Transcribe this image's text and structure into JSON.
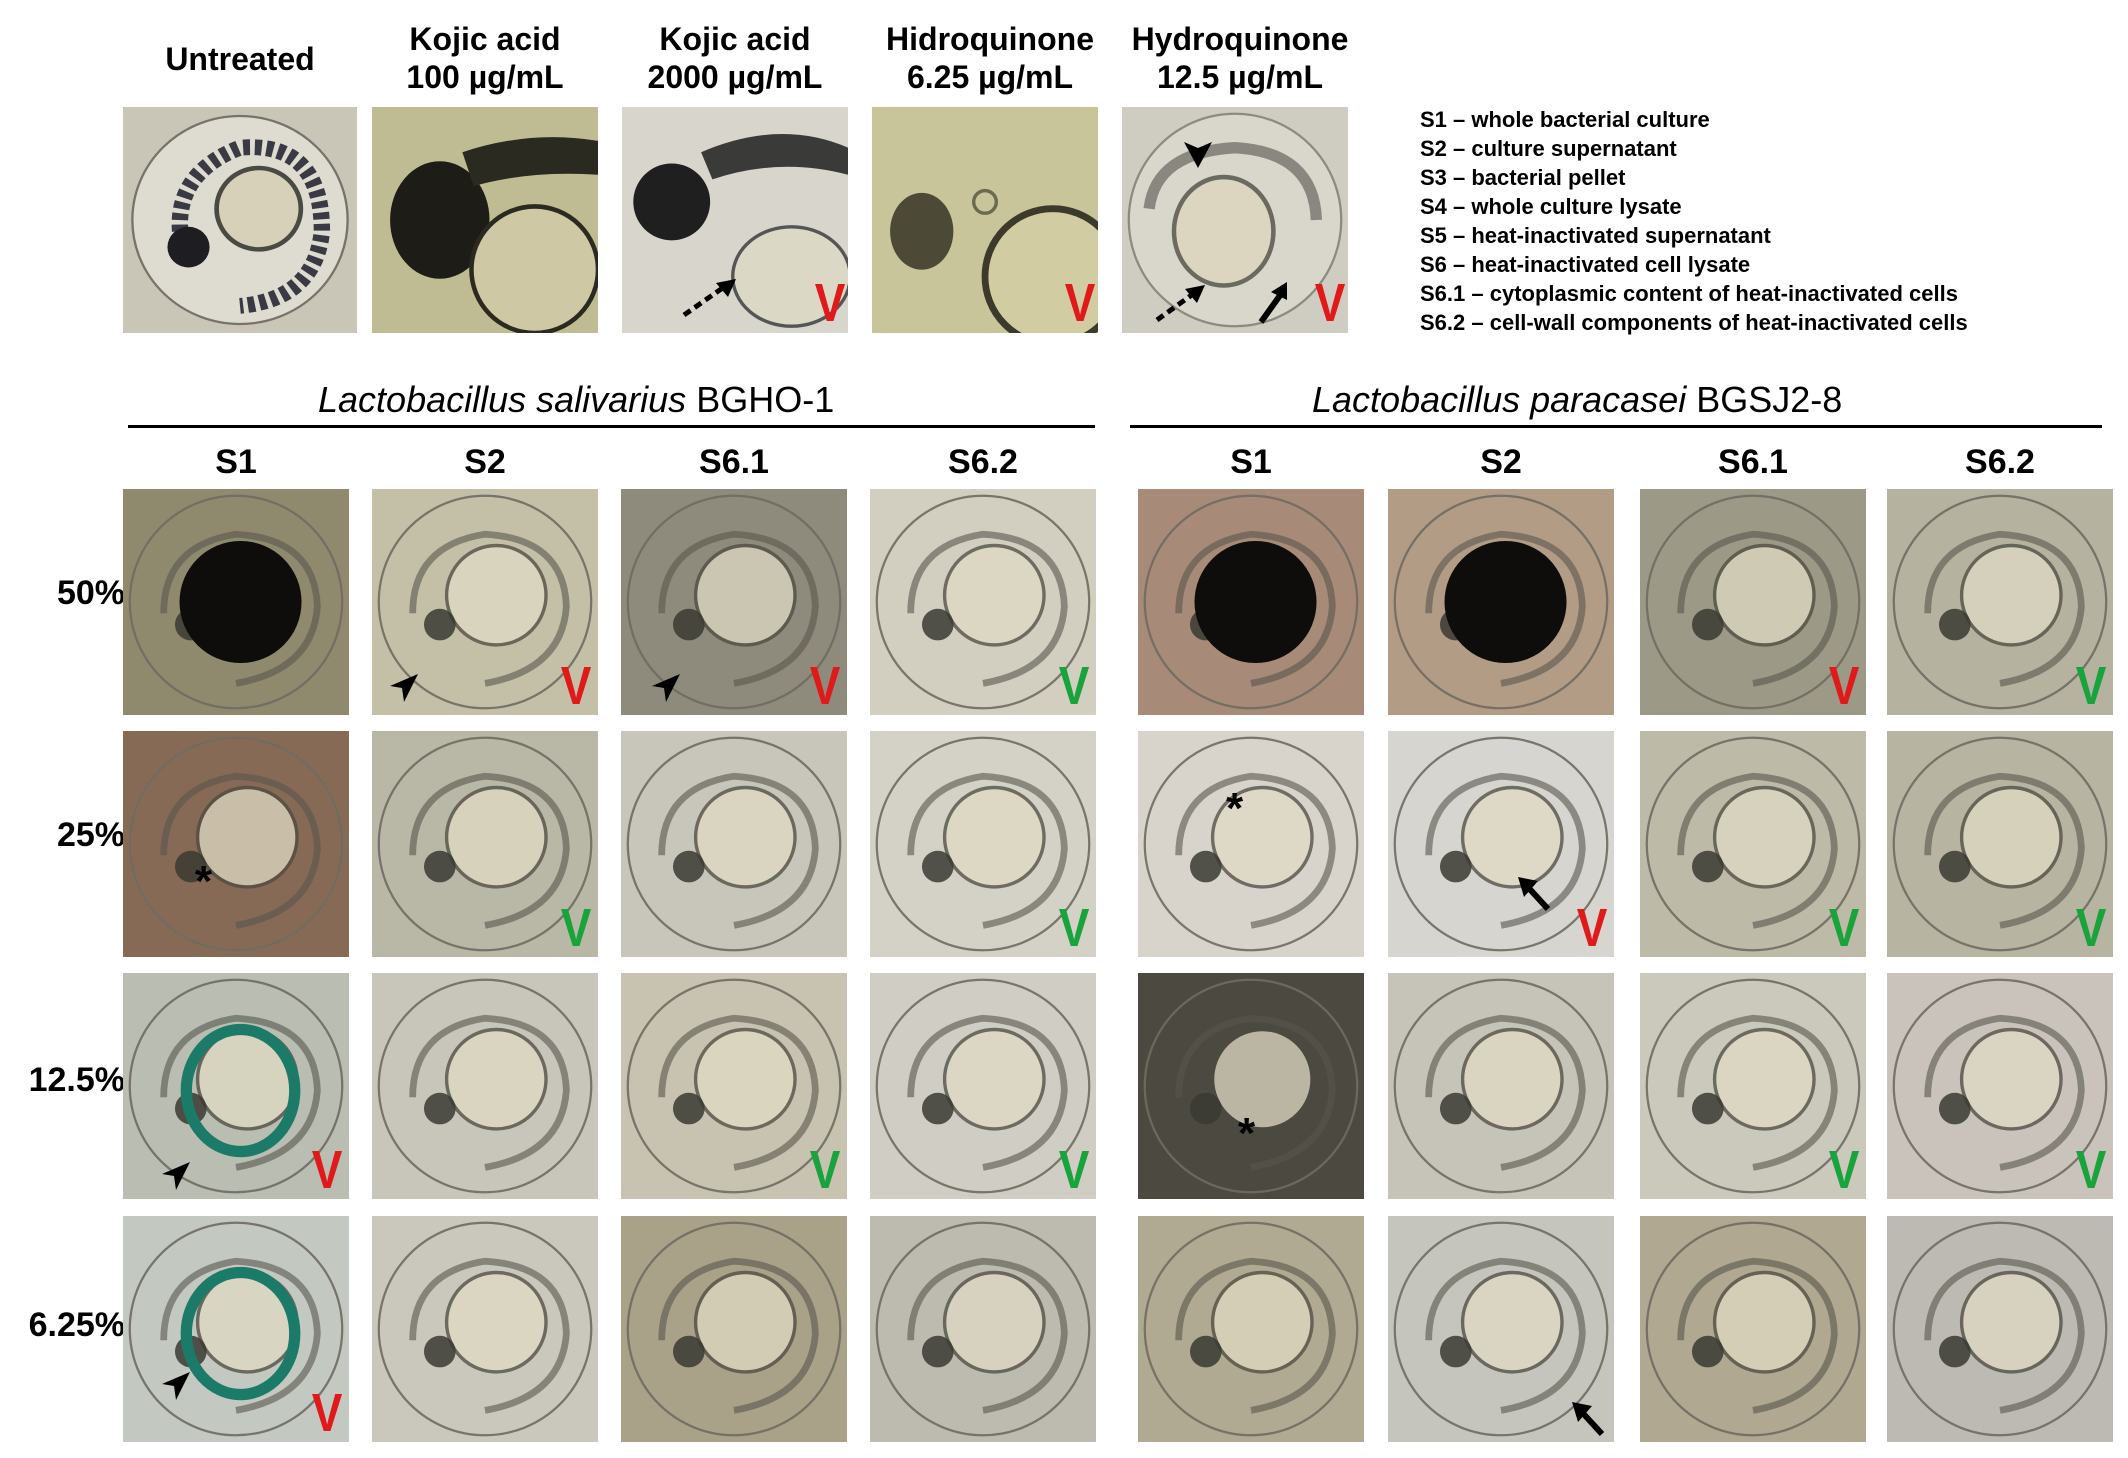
{
  "top_labels": [
    {
      "id": "untreated",
      "text": "Untreated"
    },
    {
      "id": "kojic100",
      "text": "Kojic acid\n100 µg/mL"
    },
    {
      "id": "kojic2000",
      "text": "Kojic acid\n2000 µg/mL"
    },
    {
      "id": "hidro625",
      "text": "Hidroquinone\n6.25 µg/mL"
    },
    {
      "id": "hydro125",
      "text": "Hydroquinone\n12.5 µg/mL"
    }
  ],
  "legend": [
    "S1 – whole bacterial culture",
    "S2 – culture supernatant",
    "S3 – bacterial pellet",
    "S4 – whole culture lysate",
    "S5 – heat-inactivated supernatant",
    "S6 – heat-inactivated cell lysate",
    "S6.1 – cytoplasmic content of heat-inactivated cells",
    "S6.2 – cell-wall components of heat-inactivated cells"
  ],
  "groups": [
    {
      "species": "Lactobacillus salivarius",
      "strain": " BGHO-1"
    },
    {
      "species": "Lactobacillus paracasei",
      "strain": " BGSJ2-8"
    }
  ],
  "columns": [
    "S1",
    "S2",
    "S6.1",
    "S6.2",
    "S1",
    "S2",
    "S6.1",
    "S6.2"
  ],
  "rows": [
    "50%",
    "25%",
    "12.5%",
    "6.25%"
  ],
  "check_symbol": "V",
  "asterisk_symbol": "*",
  "colors": {
    "check_red": "#e0191b",
    "check_green": "#18a33c"
  }
}
